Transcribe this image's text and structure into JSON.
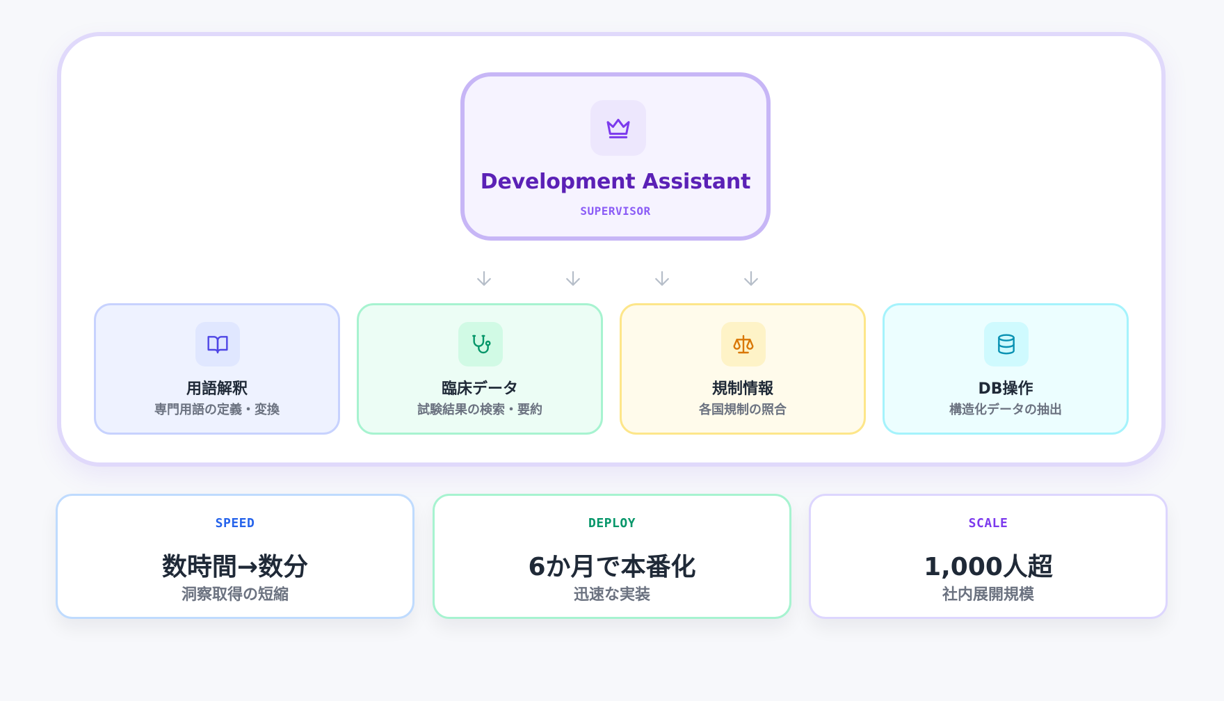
{
  "supervisor": {
    "title": "Development Assistant",
    "role": "SUPERVISOR",
    "icon": "crown-icon",
    "accent": "#5b21b6"
  },
  "agents": [
    {
      "title": "用語解釈",
      "desc": "専門用語の定義・変換",
      "icon": "book-icon",
      "color": "#4f46e5"
    },
    {
      "title": "臨床データ",
      "desc": "試験結果の検索・要約",
      "icon": "stethoscope-icon",
      "color": "#059669"
    },
    {
      "title": "規制情報",
      "desc": "各国規制の照合",
      "icon": "scale-icon",
      "color": "#d97706"
    },
    {
      "title": "DB操作",
      "desc": "構造化データの抽出",
      "icon": "database-icon",
      "color": "#0891b2"
    }
  ],
  "stats": [
    {
      "label": "SPEED",
      "value": "数時間→数分",
      "sub": "洞察取得の短縮",
      "color": "#2563eb"
    },
    {
      "label": "DEPLOY",
      "value": "6か月で本番化",
      "sub": "迅速な実装",
      "color": "#059669"
    },
    {
      "label": "SCALE",
      "value": "1,000人超",
      "sub": "社内展開規模",
      "color": "#7c3aed"
    }
  ]
}
